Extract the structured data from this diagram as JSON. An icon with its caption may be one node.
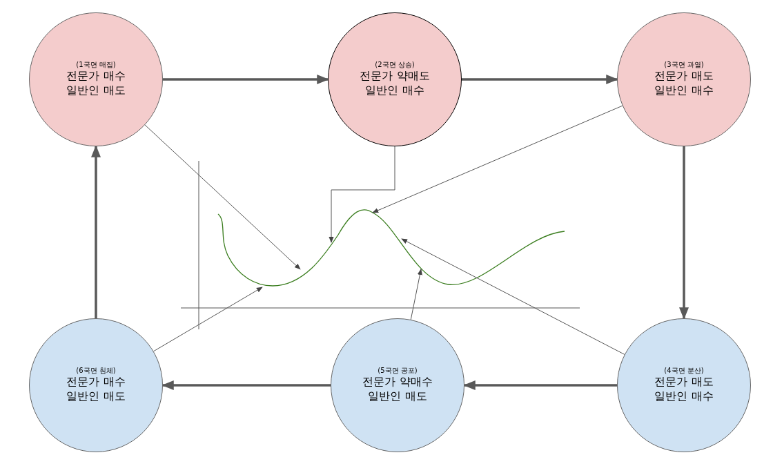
{
  "diagram": {
    "nodes": [
      {
        "text": [
          "(1국면 매집)",
          "전문가 매수 일반인 매도"
        ]
      },
      {
        "text": [
          "(2국면 상승)",
          "전문가 약매도 일반인 매수"
        ]
      },
      {
        "text": [
          "(3국면 과열)",
          "전문가 매도 일반인 매수"
        ]
      },
      {
        "text": [
          "(6국면 침체)",
          "전문가 매수 일반인 매도"
        ]
      },
      {
        "text": [
          "(5국면 공포)",
          "전문가 약매수 일반인 매도"
        ]
      },
      {
        "text": [
          "(4국면 분산)",
          "전문가 매도 일반인 매수"
        ]
      }
    ],
    "edges": [
      {
        "from": 0,
        "to": 1,
        "arrow": "to",
        "style": "thick"
      },
      {
        "from": 1,
        "to": 2,
        "arrow": "to",
        "style": "thick"
      },
      {
        "from": 2,
        "to": 5,
        "arrow": "to",
        "style": "thick"
      },
      {
        "from": 5,
        "to": 4,
        "arrow": "to",
        "style": "thick"
      },
      {
        "from": 4,
        "to": 3,
        "arrow": "to",
        "style": "thick"
      },
      {
        "from": 3,
        "to": 0,
        "arrow": "to",
        "style": "thick"
      },
      {
        "from": 0,
        "to": null,
        "arrow": "to"
      },
      {
        "from": 1,
        "to": null,
        "arrow": "to"
      },
      {
        "from": 2,
        "to": null,
        "arrow": "to"
      },
      {
        "from": 5,
        "to": null,
        "arrow": "to"
      },
      {
        "from": 4,
        "to": null,
        "arrow": "to"
      },
      {
        "from": 3,
        "to": null,
        "arrow": "to"
      }
    ]
  }
}
